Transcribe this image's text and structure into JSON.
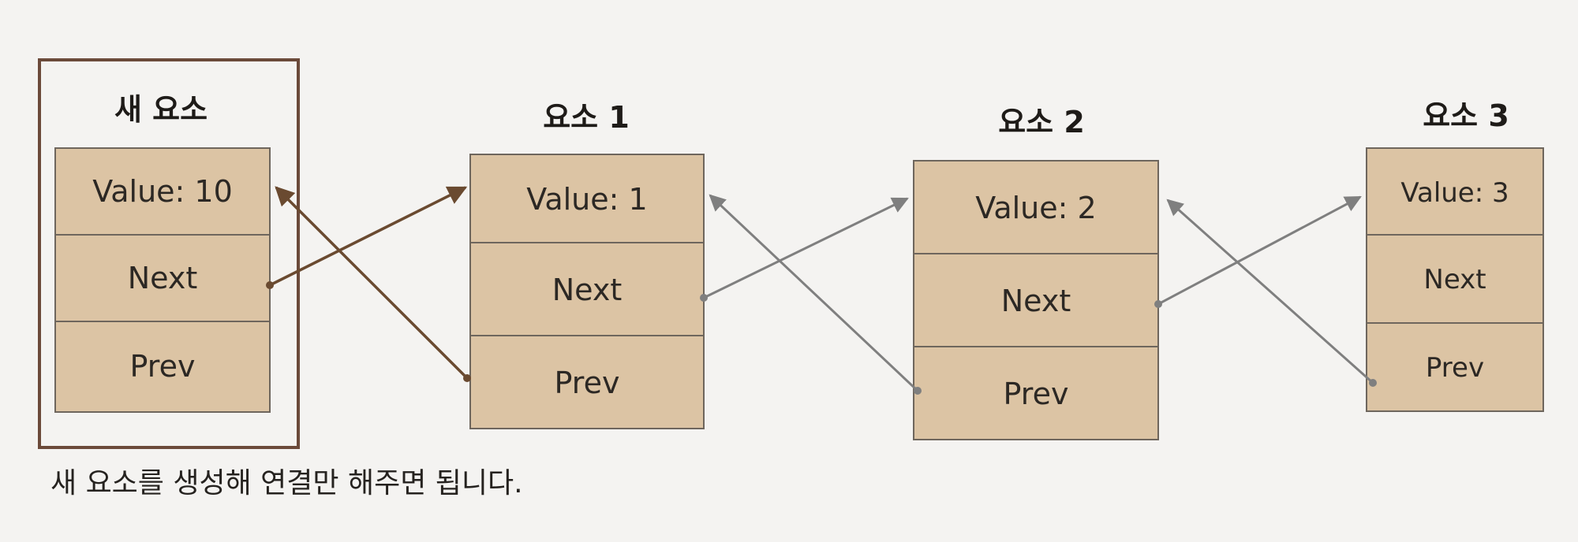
{
  "nodes": {
    "new": {
      "title": "새 요소",
      "value": "Value: 10",
      "next": "Next",
      "prev": "Prev"
    },
    "n1": {
      "title": "요소 1",
      "value": "Value: 1",
      "next": "Next",
      "prev": "Prev"
    },
    "n2": {
      "title": "요소 2",
      "value": "Value: 2",
      "next": "Next",
      "prev": "Prev"
    },
    "n3": {
      "title": "요소 3",
      "value": "Value: 3",
      "next": "Next",
      "prev": "Prev"
    }
  },
  "caption": "새 요소를 생성해 연결만 해주면 됩니다.",
  "colors": {
    "cell_fill": "#dcc4a4",
    "new_frame": "#6b4a3a",
    "arrow_new": "#6a4a30",
    "arrow_existing": "#7f7f7f"
  }
}
